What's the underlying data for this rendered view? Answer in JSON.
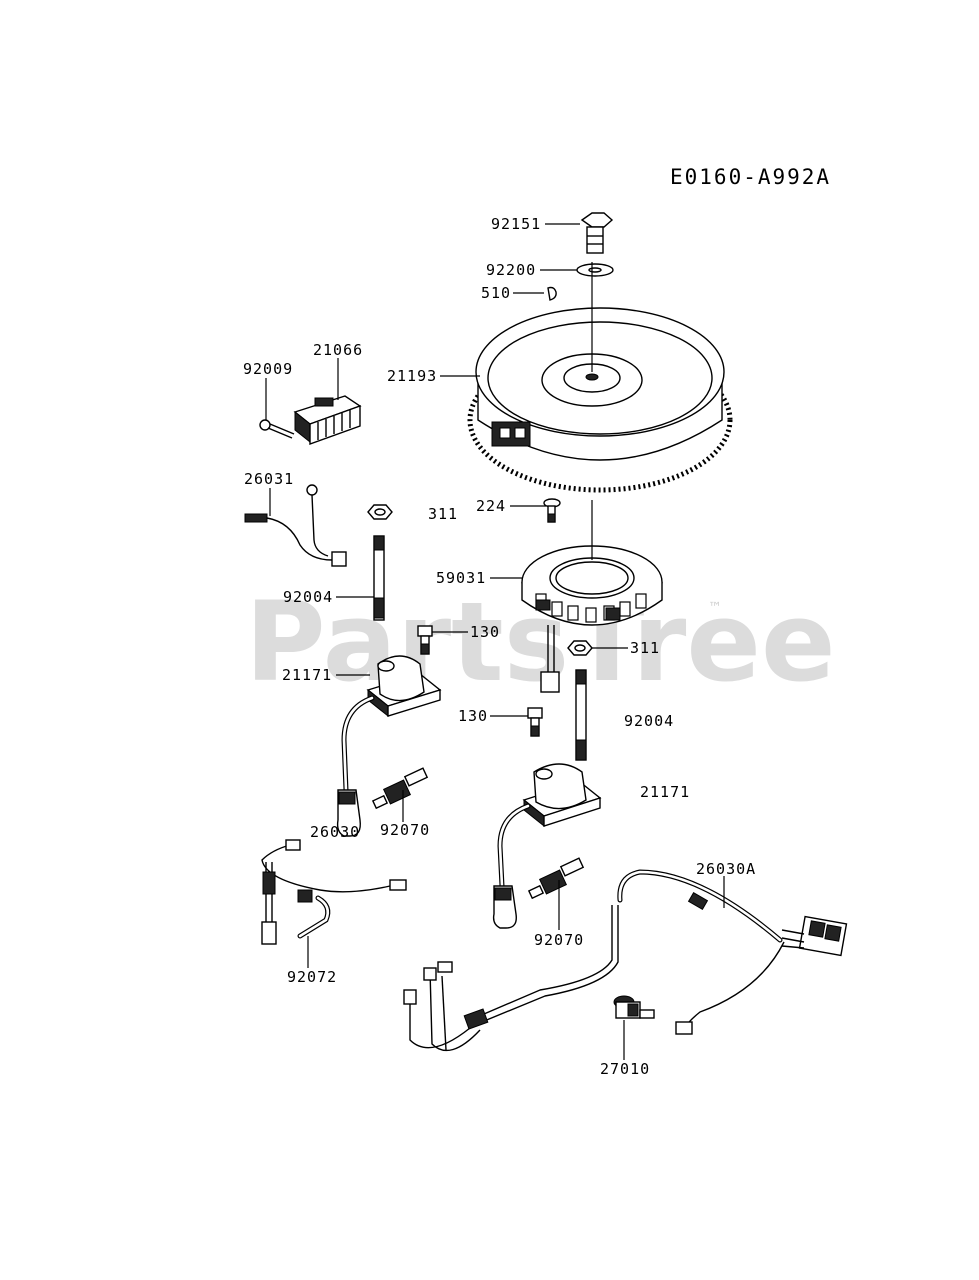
{
  "diagram_code": "E0160-A992A",
  "watermark": "PartsTree",
  "trademark": "™",
  "labels": {
    "p92151": "92151",
    "p92200": "92200",
    "p510": "510",
    "p21066": "21066",
    "p92009": "92009",
    "p21193": "21193",
    "p26031": "26031",
    "p311a": "311",
    "p224": "224",
    "p59031": "59031",
    "p92004a": "92004",
    "p130a": "130",
    "p311b": "311",
    "p21171a": "21171",
    "p130b": "130",
    "p92004b": "92004",
    "p21171b": "21171",
    "p92070a": "92070",
    "p26030": "26030",
    "p26030A": "26030A",
    "p92070b": "92070",
    "p92072": "92072",
    "p27010": "27010"
  }
}
